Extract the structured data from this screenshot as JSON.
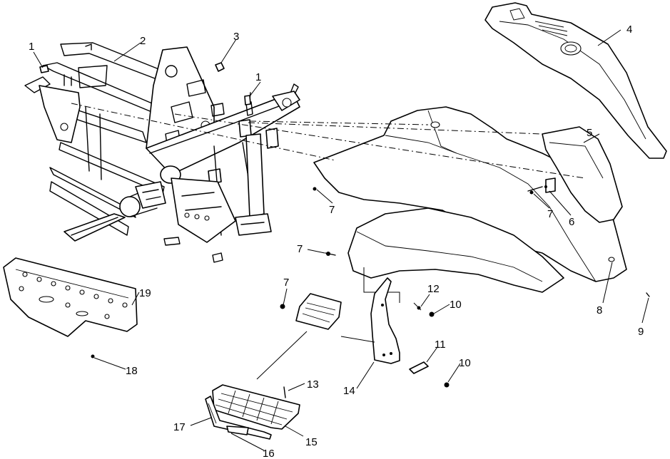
{
  "callouts": {
    "c1a": "1",
    "c1b": "1",
    "c2": "2",
    "c3": "3",
    "c4": "4",
    "c5": "5",
    "c6": "6",
    "c7a": "7",
    "c7b": "7",
    "c7c": "7",
    "c7d": "7",
    "c8": "8",
    "c9": "9",
    "c10a": "10",
    "c10b": "10",
    "c11": "11",
    "c12": "12",
    "c13": "13",
    "c14": "14",
    "c15": "15",
    "c16": "16",
    "c17": "17",
    "c18": "18",
    "c19": "19"
  }
}
